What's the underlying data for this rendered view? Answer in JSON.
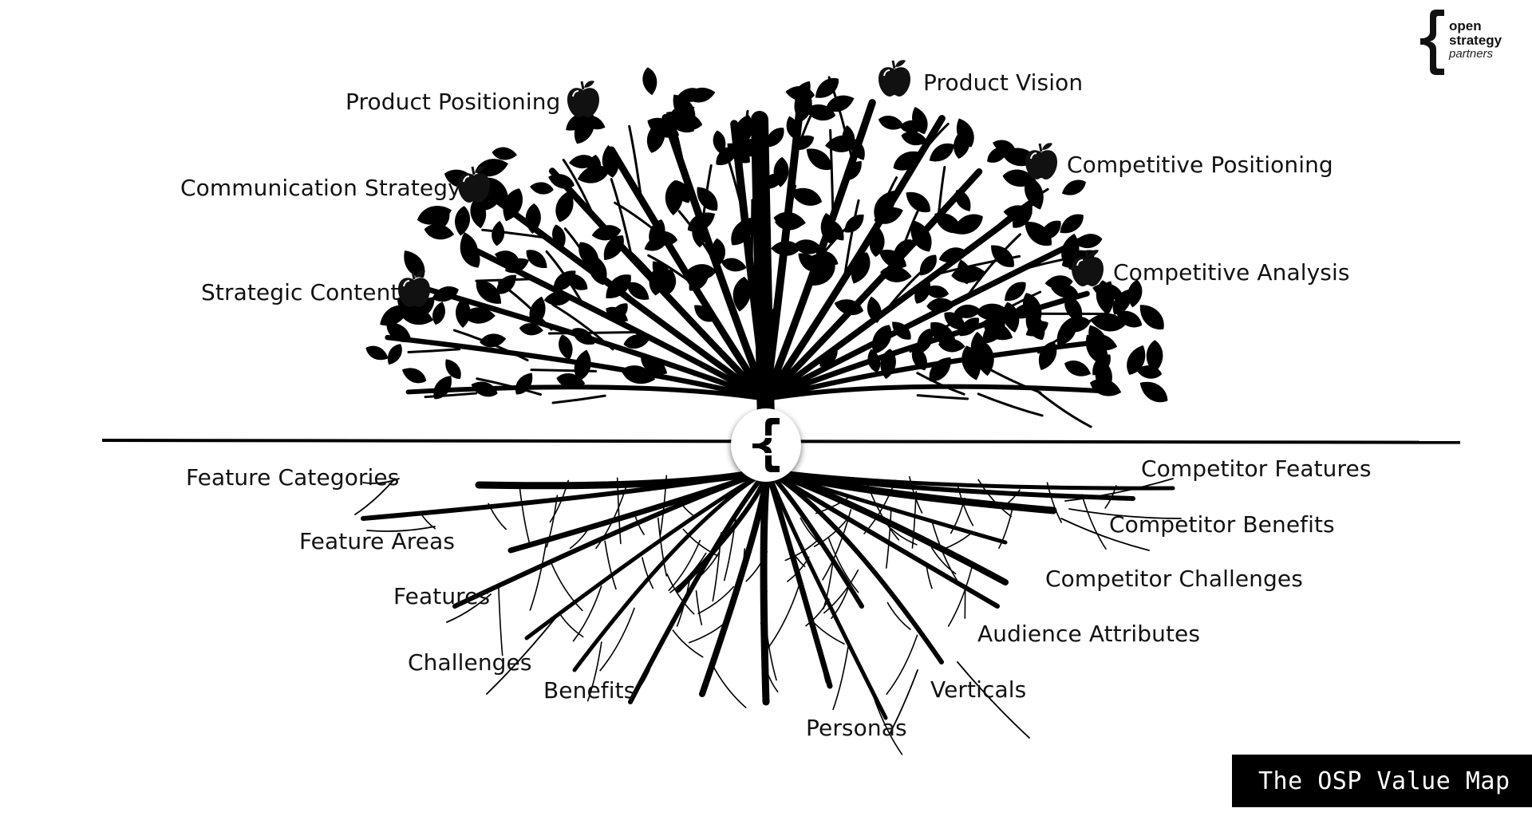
{
  "diagram": {
    "title": "The OSP Value Map",
    "brand": {
      "line1": "open",
      "line2": "strategy",
      "line3": "partners"
    },
    "center_symbol": "{",
    "fruits": [
      {
        "label": "Product Positioning",
        "icon": "apple-icon",
        "side": "left"
      },
      {
        "label": "Communication Strategy",
        "icon": "apple-icon",
        "side": "left"
      },
      {
        "label": "Strategic Content",
        "icon": "apple-icon",
        "side": "left"
      },
      {
        "label": "Product Vision",
        "icon": "apple-icon",
        "side": "right"
      },
      {
        "label": "Competitive Positioning",
        "icon": "apple-icon",
        "side": "right"
      },
      {
        "label": "Competitive Analysis",
        "icon": "apple-icon",
        "side": "right"
      }
    ],
    "roots": [
      {
        "label": "Feature Categories",
        "side": "left"
      },
      {
        "label": "Feature Areas",
        "side": "left"
      },
      {
        "label": "Features",
        "side": "left"
      },
      {
        "label": "Challenges",
        "side": "left"
      },
      {
        "label": "Benefits",
        "side": "left"
      },
      {
        "label": "Personas",
        "side": "right"
      },
      {
        "label": "Verticals",
        "side": "right"
      },
      {
        "label": "Audience Attributes",
        "side": "right"
      },
      {
        "label": "Competitor Challenges",
        "side": "right"
      },
      {
        "label": "Competitor Benefits",
        "side": "right"
      },
      {
        "label": "Competitor Features",
        "side": "right"
      }
    ],
    "colors": {
      "ink": "#000000",
      "background": "#ffffff",
      "title_bg": "#000000",
      "title_fg": "#ffffff"
    }
  }
}
